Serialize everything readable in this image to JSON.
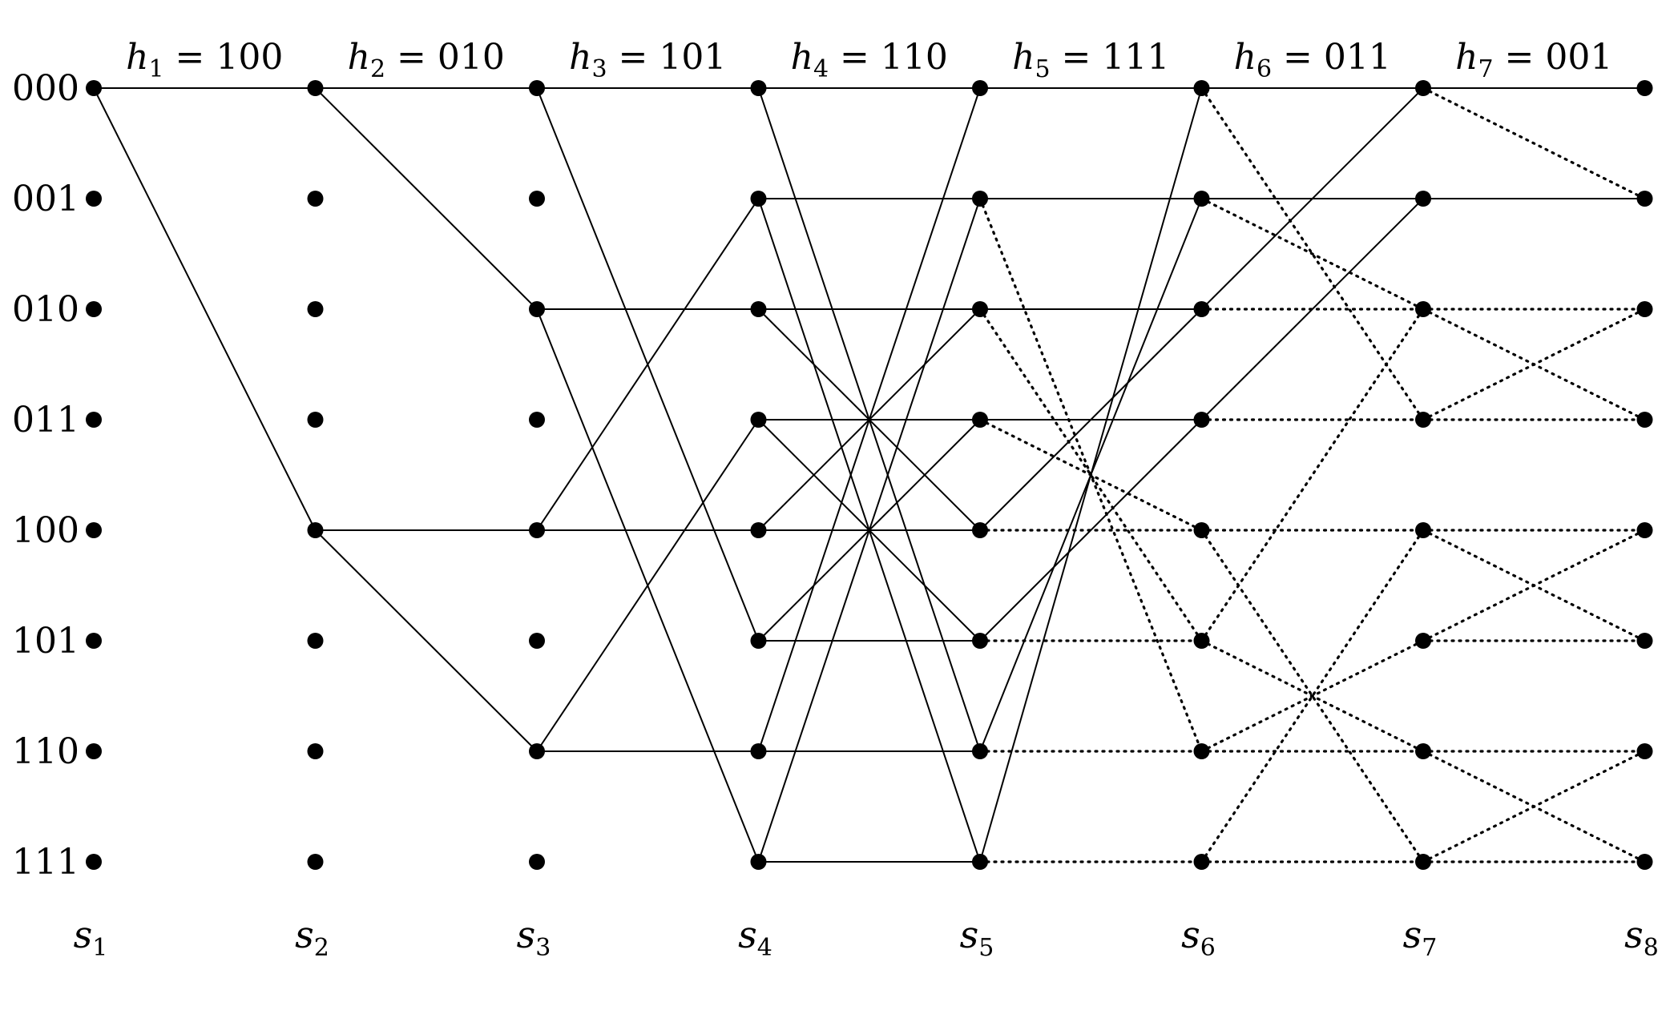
{
  "states": [
    "000",
    "001",
    "010",
    "011",
    "100",
    "101",
    "110",
    "111"
  ],
  "stages": [
    {
      "symbol": "s",
      "sub": "1"
    },
    {
      "symbol": "s",
      "sub": "2"
    },
    {
      "symbol": "s",
      "sub": "3"
    },
    {
      "symbol": "s",
      "sub": "4"
    },
    {
      "symbol": "s",
      "sub": "5"
    },
    {
      "symbol": "s",
      "sub": "6"
    },
    {
      "symbol": "s",
      "sub": "7"
    },
    {
      "symbol": "s",
      "sub": "8"
    }
  ],
  "transitions": [
    {
      "symbol": "h",
      "sub": "1",
      "value": "100"
    },
    {
      "symbol": "h",
      "sub": "2",
      "value": "010"
    },
    {
      "symbol": "h",
      "sub": "3",
      "value": "101"
    },
    {
      "symbol": "h",
      "sub": "4",
      "value": "110"
    },
    {
      "symbol": "h",
      "sub": "5",
      "value": "111"
    },
    {
      "symbol": "h",
      "sub": "6",
      "value": "011"
    },
    {
      "symbol": "h",
      "sub": "7",
      "value": "001"
    }
  ],
  "active_states": [
    [
      "000"
    ],
    [
      "000",
      "100"
    ],
    [
      "000",
      "010",
      "100",
      "110"
    ],
    [
      "000",
      "001",
      "010",
      "011",
      "100",
      "101",
      "110",
      "111"
    ],
    [
      "000",
      "001",
      "010",
      "011",
      "100",
      "101",
      "110",
      "111"
    ],
    [
      "000",
      "001",
      "010",
      "011",
      "100",
      "101",
      "110",
      "111"
    ],
    [
      "000",
      "001",
      "010",
      "011",
      "100",
      "101",
      "110",
      "111"
    ],
    [
      "000",
      "001",
      "010",
      "011",
      "100",
      "101",
      "110",
      "111"
    ]
  ],
  "solid_edges": [
    [
      [
        "000",
        "000"
      ],
      [
        "000",
        "100"
      ]
    ],
    [
      [
        "000",
        "000"
      ],
      [
        "000",
        "010"
      ],
      [
        "100",
        "100"
      ],
      [
        "100",
        "110"
      ]
    ],
    [
      [
        "000",
        "000"
      ],
      [
        "000",
        "101"
      ],
      [
        "010",
        "010"
      ],
      [
        "010",
        "111"
      ],
      [
        "100",
        "100"
      ],
      [
        "100",
        "001"
      ],
      [
        "110",
        "110"
      ],
      [
        "110",
        "011"
      ]
    ],
    [
      [
        "000",
        "000"
      ],
      [
        "000",
        "110"
      ],
      [
        "001",
        "001"
      ],
      [
        "001",
        "111"
      ],
      [
        "010",
        "010"
      ],
      [
        "010",
        "100"
      ],
      [
        "011",
        "011"
      ],
      [
        "011",
        "101"
      ],
      [
        "100",
        "100"
      ],
      [
        "100",
        "010"
      ],
      [
        "101",
        "101"
      ],
      [
        "101",
        "011"
      ],
      [
        "110",
        "110"
      ],
      [
        "110",
        "000"
      ],
      [
        "111",
        "111"
      ],
      [
        "111",
        "001"
      ]
    ],
    [
      [
        "000",
        "000"
      ],
      [
        "001",
        "001"
      ],
      [
        "010",
        "010"
      ],
      [
        "011",
        "011"
      ],
      [
        "100",
        "010"
      ],
      [
        "101",
        "011"
      ],
      [
        "110",
        "001"
      ],
      [
        "111",
        "000"
      ]
    ],
    [
      [
        "000",
        "000"
      ],
      [
        "001",
        "001"
      ],
      [
        "010",
        "000"
      ],
      [
        "011",
        "001"
      ]
    ],
    [
      [
        "000",
        "000"
      ],
      [
        "001",
        "001"
      ]
    ]
  ],
  "dotted_edges": [
    [],
    [],
    [],
    [],
    [
      [
        "001",
        "110"
      ],
      [
        "010",
        "101"
      ],
      [
        "011",
        "100"
      ],
      [
        "100",
        "100"
      ],
      [
        "101",
        "101"
      ],
      [
        "110",
        "110"
      ],
      [
        "111",
        "111"
      ]
    ],
    [
      [
        "000",
        "011"
      ],
      [
        "001",
        "010"
      ],
      [
        "010",
        "010"
      ],
      [
        "011",
        "011"
      ],
      [
        "100",
        "111"
      ],
      [
        "101",
        "110"
      ],
      [
        "101",
        "010"
      ],
      [
        "110",
        "110"
      ],
      [
        "110",
        "101"
      ],
      [
        "111",
        "111"
      ],
      [
        "111",
        "100"
      ],
      [
        "100",
        "100"
      ]
    ],
    [
      [
        "000",
        "001"
      ],
      [
        "010",
        "010"
      ],
      [
        "010",
        "011"
      ],
      [
        "011",
        "011"
      ],
      [
        "011",
        "010"
      ],
      [
        "100",
        "100"
      ],
      [
        "100",
        "101"
      ],
      [
        "101",
        "101"
      ],
      [
        "101",
        "100"
      ],
      [
        "110",
        "110"
      ],
      [
        "110",
        "111"
      ],
      [
        "111",
        "111"
      ],
      [
        "111",
        "110"
      ]
    ]
  ]
}
